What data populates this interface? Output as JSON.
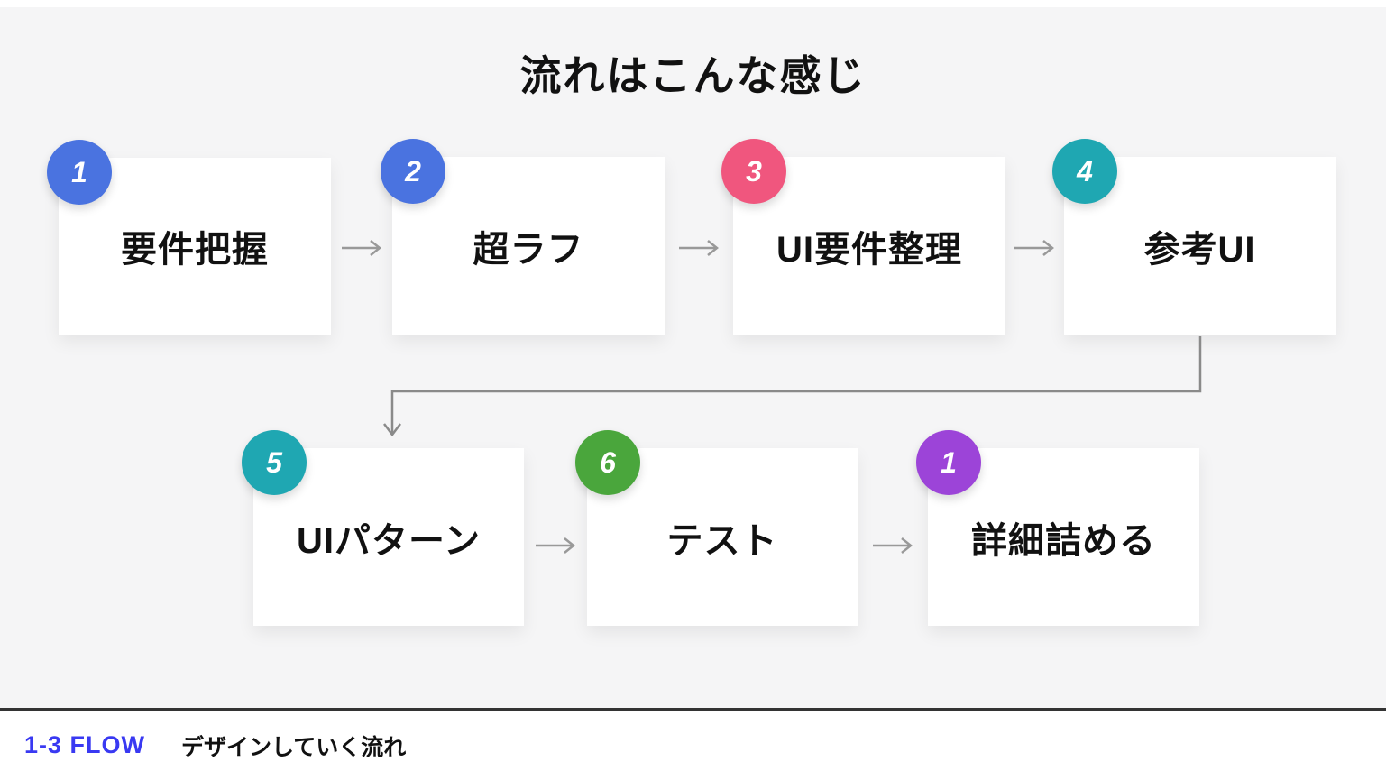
{
  "title": "流れはこんな感じ",
  "steps": [
    {
      "number": "1",
      "label": "要件把握",
      "color": "#4A73E0"
    },
    {
      "number": "2",
      "label": "超ラフ",
      "color": "#4A73E0"
    },
    {
      "number": "3",
      "label": "UI要件整理",
      "color": "#F0567E"
    },
    {
      "number": "4",
      "label": "参考UI",
      "color": "#1FA7B2"
    },
    {
      "number": "5",
      "label": "UIパターン",
      "color": "#1FA7B2"
    },
    {
      "number": "6",
      "label": "テスト",
      "color": "#4AA63C"
    },
    {
      "number": "1",
      "label": "詳細詰める",
      "color": "#9C44D8"
    }
  ],
  "footer": {
    "tag": "1-3 FLOW",
    "label": "デザインしていく流れ"
  },
  "colors": {
    "background": "#F5F5F6",
    "card": "#FFFFFF",
    "arrow": "#999999",
    "connector": "#8A8A8A",
    "divider": "#333333",
    "footer_tag": "#3939F2",
    "text": "#111111"
  }
}
